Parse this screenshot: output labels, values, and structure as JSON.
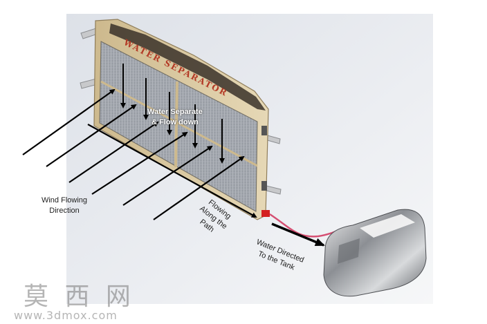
{
  "figure": {
    "background_colors": {
      "panel": "#e8ebf0",
      "frame": "#d9c9a5",
      "tank": "#a7a9ad",
      "pipe": "#d0325a"
    },
    "sign_text": "WATER SEPARATOR",
    "labels": {
      "water_separate": "Water Separate\n& Flow down",
      "wind_direction": "Wind Flowing\nDirection",
      "flowing_path": "Flowing\nAlong the\nPath",
      "water_directed": "Water Directed\nTo the Tank"
    }
  },
  "watermark": {
    "chinese": "莫 西 网",
    "url": "www.3dmox.com"
  }
}
